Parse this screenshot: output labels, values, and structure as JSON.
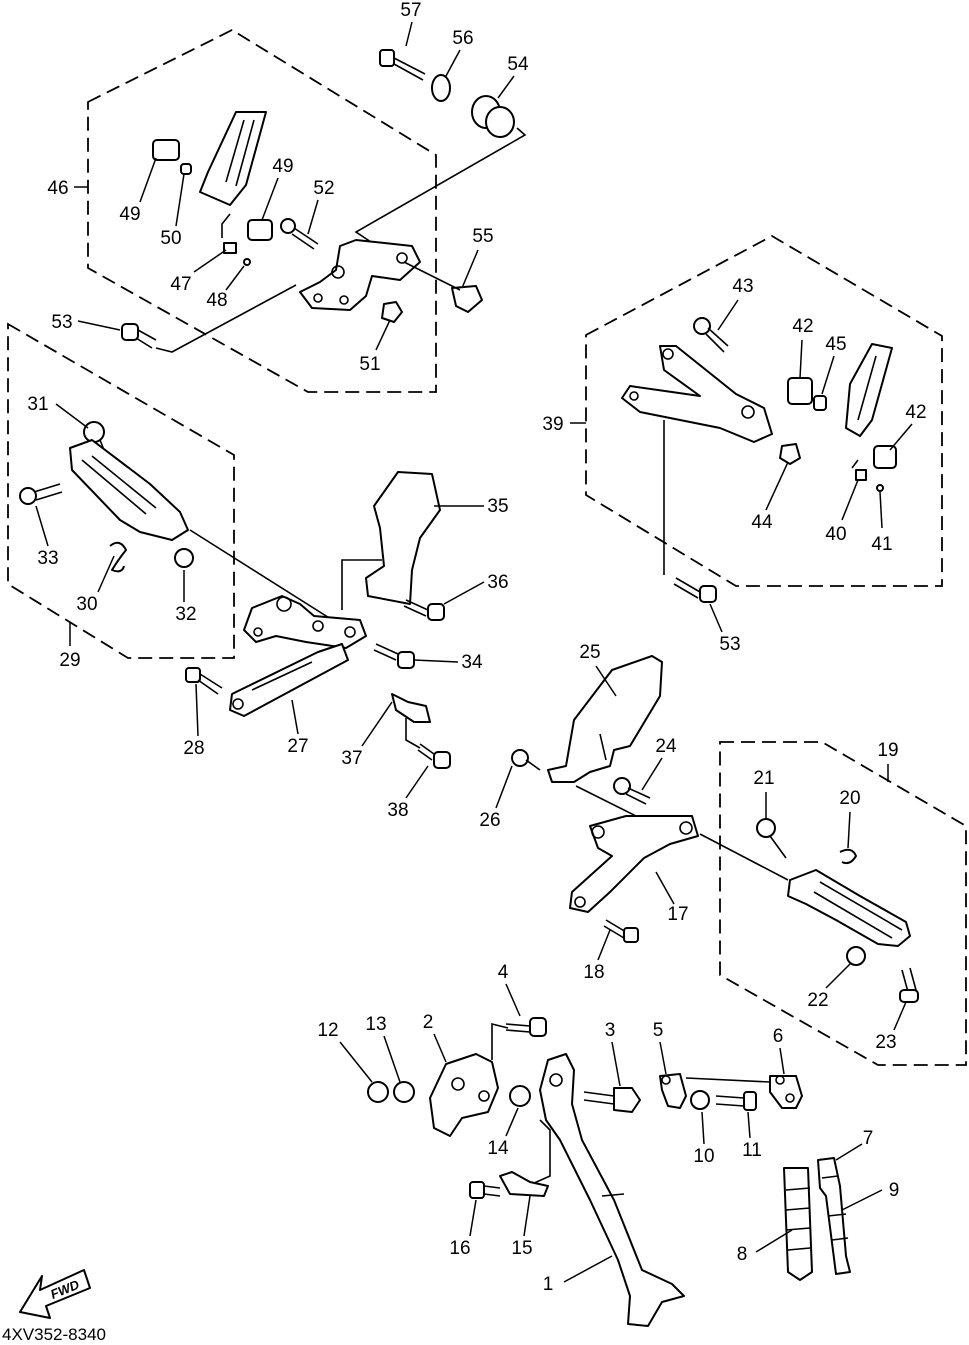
{
  "diagram_code": "4XV352-8340",
  "fwd_label": "FWD",
  "callouts": [
    {
      "id": "c57",
      "label": "57"
    },
    {
      "id": "c56",
      "label": "56"
    },
    {
      "id": "c54",
      "label": "54"
    },
    {
      "id": "c46",
      "label": "46"
    },
    {
      "id": "c49a",
      "label": "49"
    },
    {
      "id": "c50",
      "label": "50"
    },
    {
      "id": "c49b",
      "label": "49"
    },
    {
      "id": "c52",
      "label": "52"
    },
    {
      "id": "c47",
      "label": "47"
    },
    {
      "id": "c48",
      "label": "48"
    },
    {
      "id": "c55",
      "label": "55"
    },
    {
      "id": "c53a",
      "label": "53"
    },
    {
      "id": "c51",
      "label": "51"
    },
    {
      "id": "c43",
      "label": "43"
    },
    {
      "id": "c42a",
      "label": "42"
    },
    {
      "id": "c45",
      "label": "45"
    },
    {
      "id": "c39",
      "label": "39"
    },
    {
      "id": "c42b",
      "label": "42"
    },
    {
      "id": "c44",
      "label": "44"
    },
    {
      "id": "c40",
      "label": "40"
    },
    {
      "id": "c41",
      "label": "41"
    },
    {
      "id": "c31",
      "label": "31"
    },
    {
      "id": "c35",
      "label": "35"
    },
    {
      "id": "c33",
      "label": "33"
    },
    {
      "id": "c36",
      "label": "36"
    },
    {
      "id": "c30",
      "label": "30"
    },
    {
      "id": "c32",
      "label": "32"
    },
    {
      "id": "c53b",
      "label": "53"
    },
    {
      "id": "c29",
      "label": "29"
    },
    {
      "id": "c34",
      "label": "34"
    },
    {
      "id": "c25",
      "label": "25"
    },
    {
      "id": "c28",
      "label": "28"
    },
    {
      "id": "c27",
      "label": "27"
    },
    {
      "id": "c37",
      "label": "37"
    },
    {
      "id": "c24",
      "label": "24"
    },
    {
      "id": "c19",
      "label": "19"
    },
    {
      "id": "c21",
      "label": "21"
    },
    {
      "id": "c38",
      "label": "38"
    },
    {
      "id": "c26",
      "label": "26"
    },
    {
      "id": "c20",
      "label": "20"
    },
    {
      "id": "c17",
      "label": "17"
    },
    {
      "id": "c18",
      "label": "18"
    },
    {
      "id": "c4",
      "label": "4"
    },
    {
      "id": "c22",
      "label": "22"
    },
    {
      "id": "c12",
      "label": "12"
    },
    {
      "id": "c13",
      "label": "13"
    },
    {
      "id": "c2",
      "label": "2"
    },
    {
      "id": "c3",
      "label": "3"
    },
    {
      "id": "c5",
      "label": "5"
    },
    {
      "id": "c6",
      "label": "6"
    },
    {
      "id": "c23",
      "label": "23"
    },
    {
      "id": "c14",
      "label": "14"
    },
    {
      "id": "c10",
      "label": "10"
    },
    {
      "id": "c11",
      "label": "11"
    },
    {
      "id": "c7",
      "label": "7"
    },
    {
      "id": "c9",
      "label": "9"
    },
    {
      "id": "c16",
      "label": "16"
    },
    {
      "id": "c15",
      "label": "15"
    },
    {
      "id": "c8",
      "label": "8"
    },
    {
      "id": "c1",
      "label": "1"
    }
  ]
}
